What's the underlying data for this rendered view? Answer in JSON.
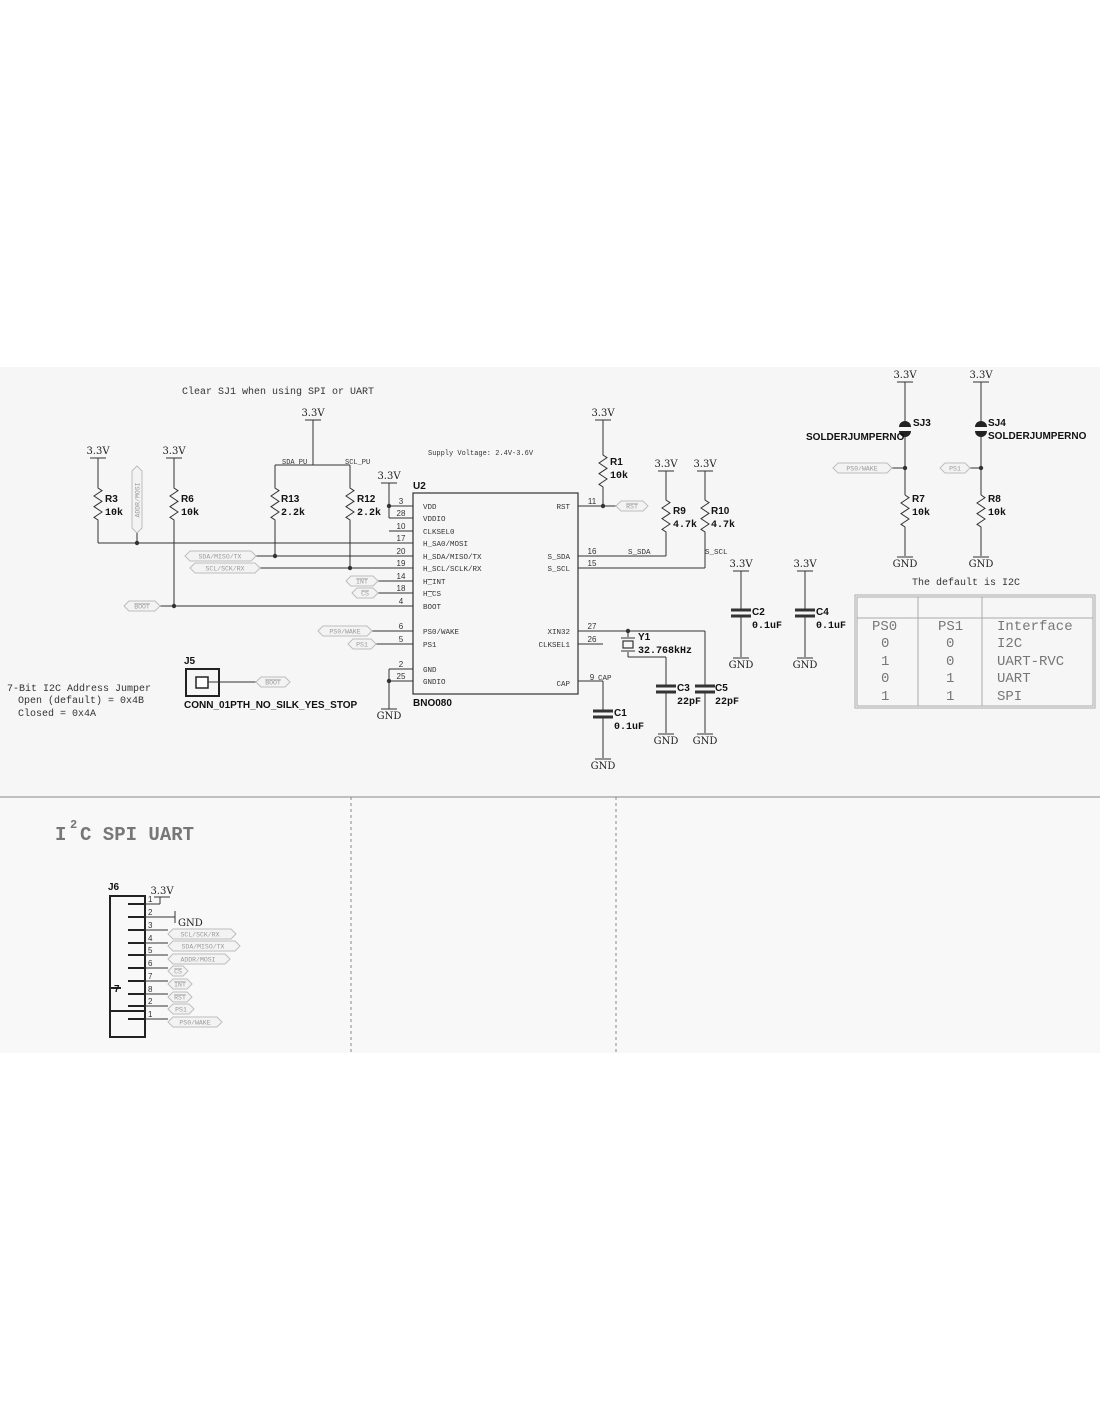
{
  "notes": {
    "clear_sj1": "Clear SJ1 when using SPI or UART",
    "supply_voltage": "Supply Voltage: 2.4V-3.6V",
    "default_i2c": "The default is I2C",
    "addr_jumper": [
      "7-Bit I2C Address Jumper",
      "Open (default) = 0x4B",
      "Closed = 0x4A"
    ]
  },
  "supply": {
    "vcc": "3.3V",
    "gnd": "GND"
  },
  "u2": {
    "ref": "U2",
    "part": "BNO080",
    "left_pins": [
      {
        "num": "3",
        "name": "VDD"
      },
      {
        "num": "28",
        "name": "VDDIO"
      },
      {
        "num": "10",
        "name": "CLKSEL0"
      },
      {
        "num": "17",
        "name": "H_SA0/MOSI"
      },
      {
        "num": "20",
        "name": "H_SDA/MISO/TX"
      },
      {
        "num": "19",
        "name": "H_SCL/SCLK/RX"
      },
      {
        "num": "14",
        "name": "H_INT"
      },
      {
        "num": "18",
        "name": "H_CS"
      },
      {
        "num": "4",
        "name": "BOOT"
      },
      {
        "num": "6",
        "name": "PS0/WAKE"
      },
      {
        "num": "5",
        "name": "PS1"
      },
      {
        "num": "2",
        "name": "GND"
      },
      {
        "num": "25",
        "name": "GNDIO"
      }
    ],
    "right_pins": [
      {
        "num": "11",
        "name": "RST"
      },
      {
        "num": "16",
        "name": "S_SDA"
      },
      {
        "num": "15",
        "name": "S_SCL"
      },
      {
        "num": "27",
        "name": "XIN32"
      },
      {
        "num": "26",
        "name": "CLKSEL1"
      },
      {
        "num": "9",
        "name": "CAP"
      }
    ]
  },
  "resistors": {
    "r3": {
      "ref": "R3",
      "value": "10k"
    },
    "r6": {
      "ref": "R6",
      "value": "10k"
    },
    "r13": {
      "ref": "R13",
      "value": "2.2k"
    },
    "r12": {
      "ref": "R12",
      "value": "2.2k"
    },
    "r1": {
      "ref": "R1",
      "value": "10k"
    },
    "r9": {
      "ref": "R9",
      "value": "4.7k"
    },
    "r10": {
      "ref": "R10",
      "value": "4.7k"
    },
    "r7": {
      "ref": "R7",
      "value": "10k"
    },
    "r8": {
      "ref": "R8",
      "value": "10k"
    }
  },
  "capacitors": {
    "c1": {
      "ref": "C1",
      "value": "0.1uF"
    },
    "c2": {
      "ref": "C2",
      "value": "0.1uF"
    },
    "c4": {
      "ref": "C4",
      "value": "0.1uF"
    },
    "c3": {
      "ref": "C3",
      "value": "22pF"
    },
    "c5": {
      "ref": "C5",
      "value": "22pF"
    }
  },
  "crystal": {
    "ref": "Y1",
    "value": "32.768kHz"
  },
  "nets": {
    "sda_pu": "SDA_PU",
    "scl_pu": "SCL_PU",
    "s_sda": "S_SDA",
    "s_scl": "S_SCL",
    "cap": "CAP"
  },
  "flags": {
    "addr_mosi": "ADDR/MOSI",
    "sda": "SDA/MISO/TX",
    "scl": "SCL/SCK/RX",
    "int": "INT",
    "cs": "CS",
    "boot": "BOOT",
    "ps0": "PS0/WAKE",
    "ps1": "PS1",
    "rst": "RST"
  },
  "j5": {
    "ref": "J5",
    "part": "CONN_01PTH_NO_SILK_YES_STOP"
  },
  "jumpers": {
    "sj3": {
      "ref": "SJ3",
      "part": "SOLDERJUMPERNO"
    },
    "sj4": {
      "ref": "SJ4",
      "part": "SOLDERJUMPERNO"
    }
  },
  "mode_table": {
    "headers": [
      "PS0",
      "PS1",
      "Interface"
    ],
    "rows": [
      [
        "0",
        "0",
        "I2C"
      ],
      [
        "1",
        "0",
        "UART-RVC"
      ],
      [
        "0",
        "1",
        "UART"
      ],
      [
        "1",
        "1",
        "SPI"
      ]
    ]
  },
  "lower_sheet": {
    "title": {
      "i": "I",
      "sup": "2",
      "rest": "C SPI UART"
    }
  },
  "j6": {
    "ref": "J6",
    "j7_fragment": "7",
    "pin_numbers": [
      "1",
      "2",
      "3",
      "4",
      "5",
      "6",
      "7",
      "8",
      "2",
      "1"
    ]
  }
}
